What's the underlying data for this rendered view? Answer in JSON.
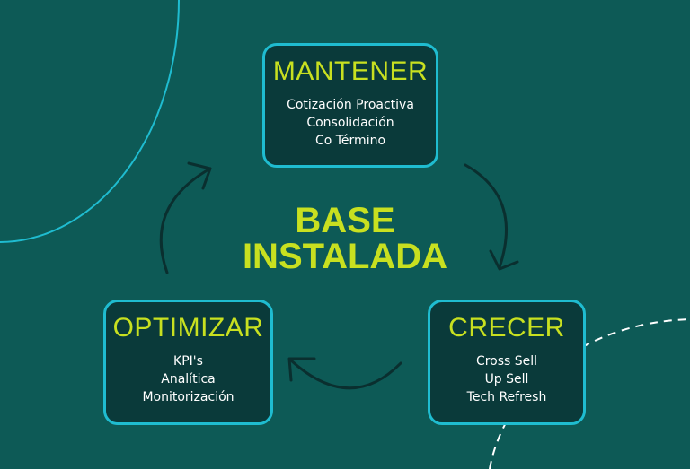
{
  "center": {
    "line1": "BASE",
    "line2": "INSTALADA"
  },
  "stages": {
    "mantener": {
      "title": "MANTENER",
      "items": [
        "Cotización Proactiva",
        "Consolidación",
        "Co Término"
      ]
    },
    "crecer": {
      "title": "CRECER",
      "items": [
        "Cross Sell",
        "Up Sell",
        "Tech Refresh"
      ]
    },
    "optimizar": {
      "title": "OPTIMIZAR",
      "items": [
        "KPI's",
        "Analítica",
        "Monitorización"
      ]
    }
  },
  "colors": {
    "background": "#0d5a56",
    "box_fill": "#0a3a3a",
    "box_border": "#1fbcd0",
    "accent_text": "#c8e020",
    "arrow": "#0a2f2f",
    "decor_line": "#1fbcd0",
    "decor_dashed": "#ffffff"
  }
}
